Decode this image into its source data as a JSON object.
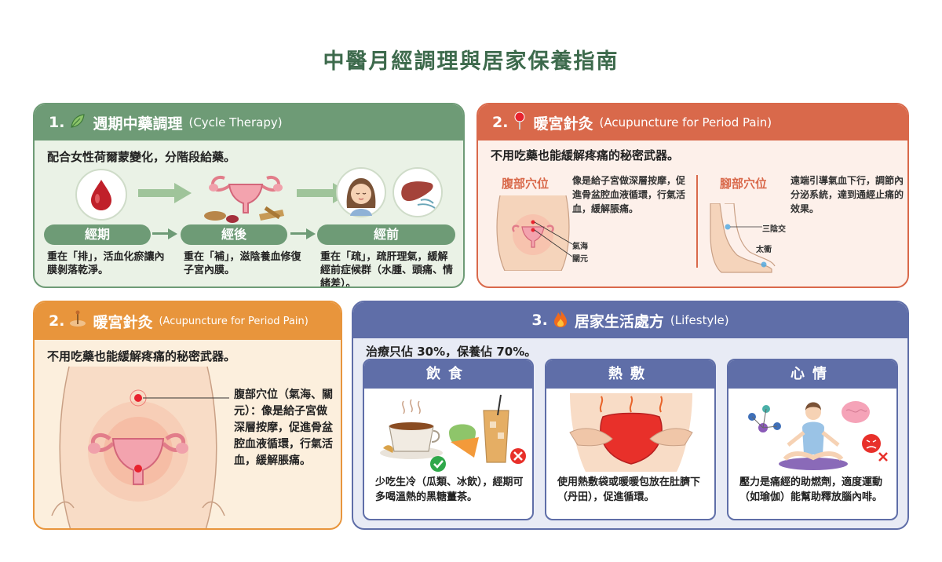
{
  "title": "中醫月經調理與居家保養指南",
  "colors": {
    "green": "#6e9b76",
    "red": "#d9694b",
    "orange": "#e8953c",
    "blue": "#5f6ea8"
  },
  "panel1": {
    "num": "1.",
    "icon": "herb-leaf-icon",
    "title": "週期中藥調理",
    "title_en": "(Cycle Therapy)",
    "subtitle": "配合女性荷爾蒙變化，分階段給藥。",
    "phases": [
      {
        "label": "經期",
        "desc": "重在「排」，活血化瘀讓內膜剝落乾淨。"
      },
      {
        "label": "經後",
        "desc": "重在「補」，滋陰養血修復子宮內膜。"
      },
      {
        "label": "經前",
        "desc": "重在「疏」，疏肝理氣，緩解經前症候群（水腫、頭痛、情緒差）。"
      }
    ]
  },
  "panel2": {
    "num": "2.",
    "icon": "pin-icon",
    "title": "暖宮針灸",
    "title_en": "(Acupuncture for Period Pain)",
    "subtitle": "不用吃藥也能緩解疼痛的秘密武器。",
    "abdomen": {
      "title": "腹部穴位",
      "desc": "像是給子宮做深層按摩，促進骨盆腔血液循環，行氣活血，緩解脹痛。",
      "points": [
        "氣海",
        "關元"
      ]
    },
    "foot": {
      "title": "腳部穴位",
      "desc": "遠端引導氣血下行，調節內分泌系統，達到通經止痛的效果。",
      "points": [
        "三陰交",
        "太衝"
      ]
    }
  },
  "panel2b": {
    "num": "2.",
    "icon": "acupuncture-needle-icon",
    "title": "暖宮針灸",
    "title_en": "(Acupuncture for Period Pain)",
    "subtitle": "不用吃藥也能緩解疼痛的秘密武器。",
    "desc": "腹部穴位（氣海、關元）：像是給子宮做深層按摩，促進骨盆腔血液循環，行氣活血，緩解脹痛。"
  },
  "panel3": {
    "num": "3.",
    "icon": "fire-icon",
    "title": "居家生活處方",
    "title_en": "(Lifestyle)",
    "subtitle": "治療只佔 30%，保養佔 70%。",
    "cards": [
      {
        "label": "飲食",
        "desc": "少吃生冷（瓜類、冰飲），經期可多喝溫熱的黑糖薑茶。"
      },
      {
        "label": "熱敷",
        "desc": "使用熱敷袋或暖暖包放在肚臍下（丹田），促進循環。"
      },
      {
        "label": "心情",
        "desc": "壓力是痛經的助燃劑，適度運動（如瑜伽）能幫助釋放腦內啡。"
      }
    ]
  }
}
